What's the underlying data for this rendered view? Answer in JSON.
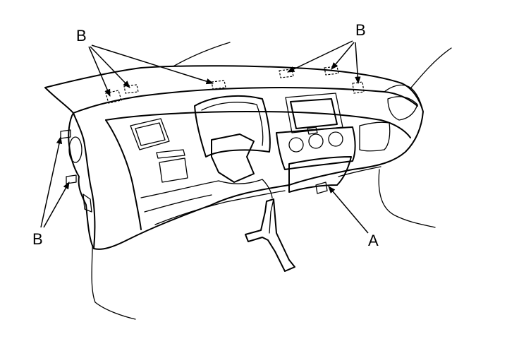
{
  "callouts": {
    "b_top_left": "B",
    "b_top_right": "B",
    "b_left": "B",
    "a_right": "A"
  }
}
